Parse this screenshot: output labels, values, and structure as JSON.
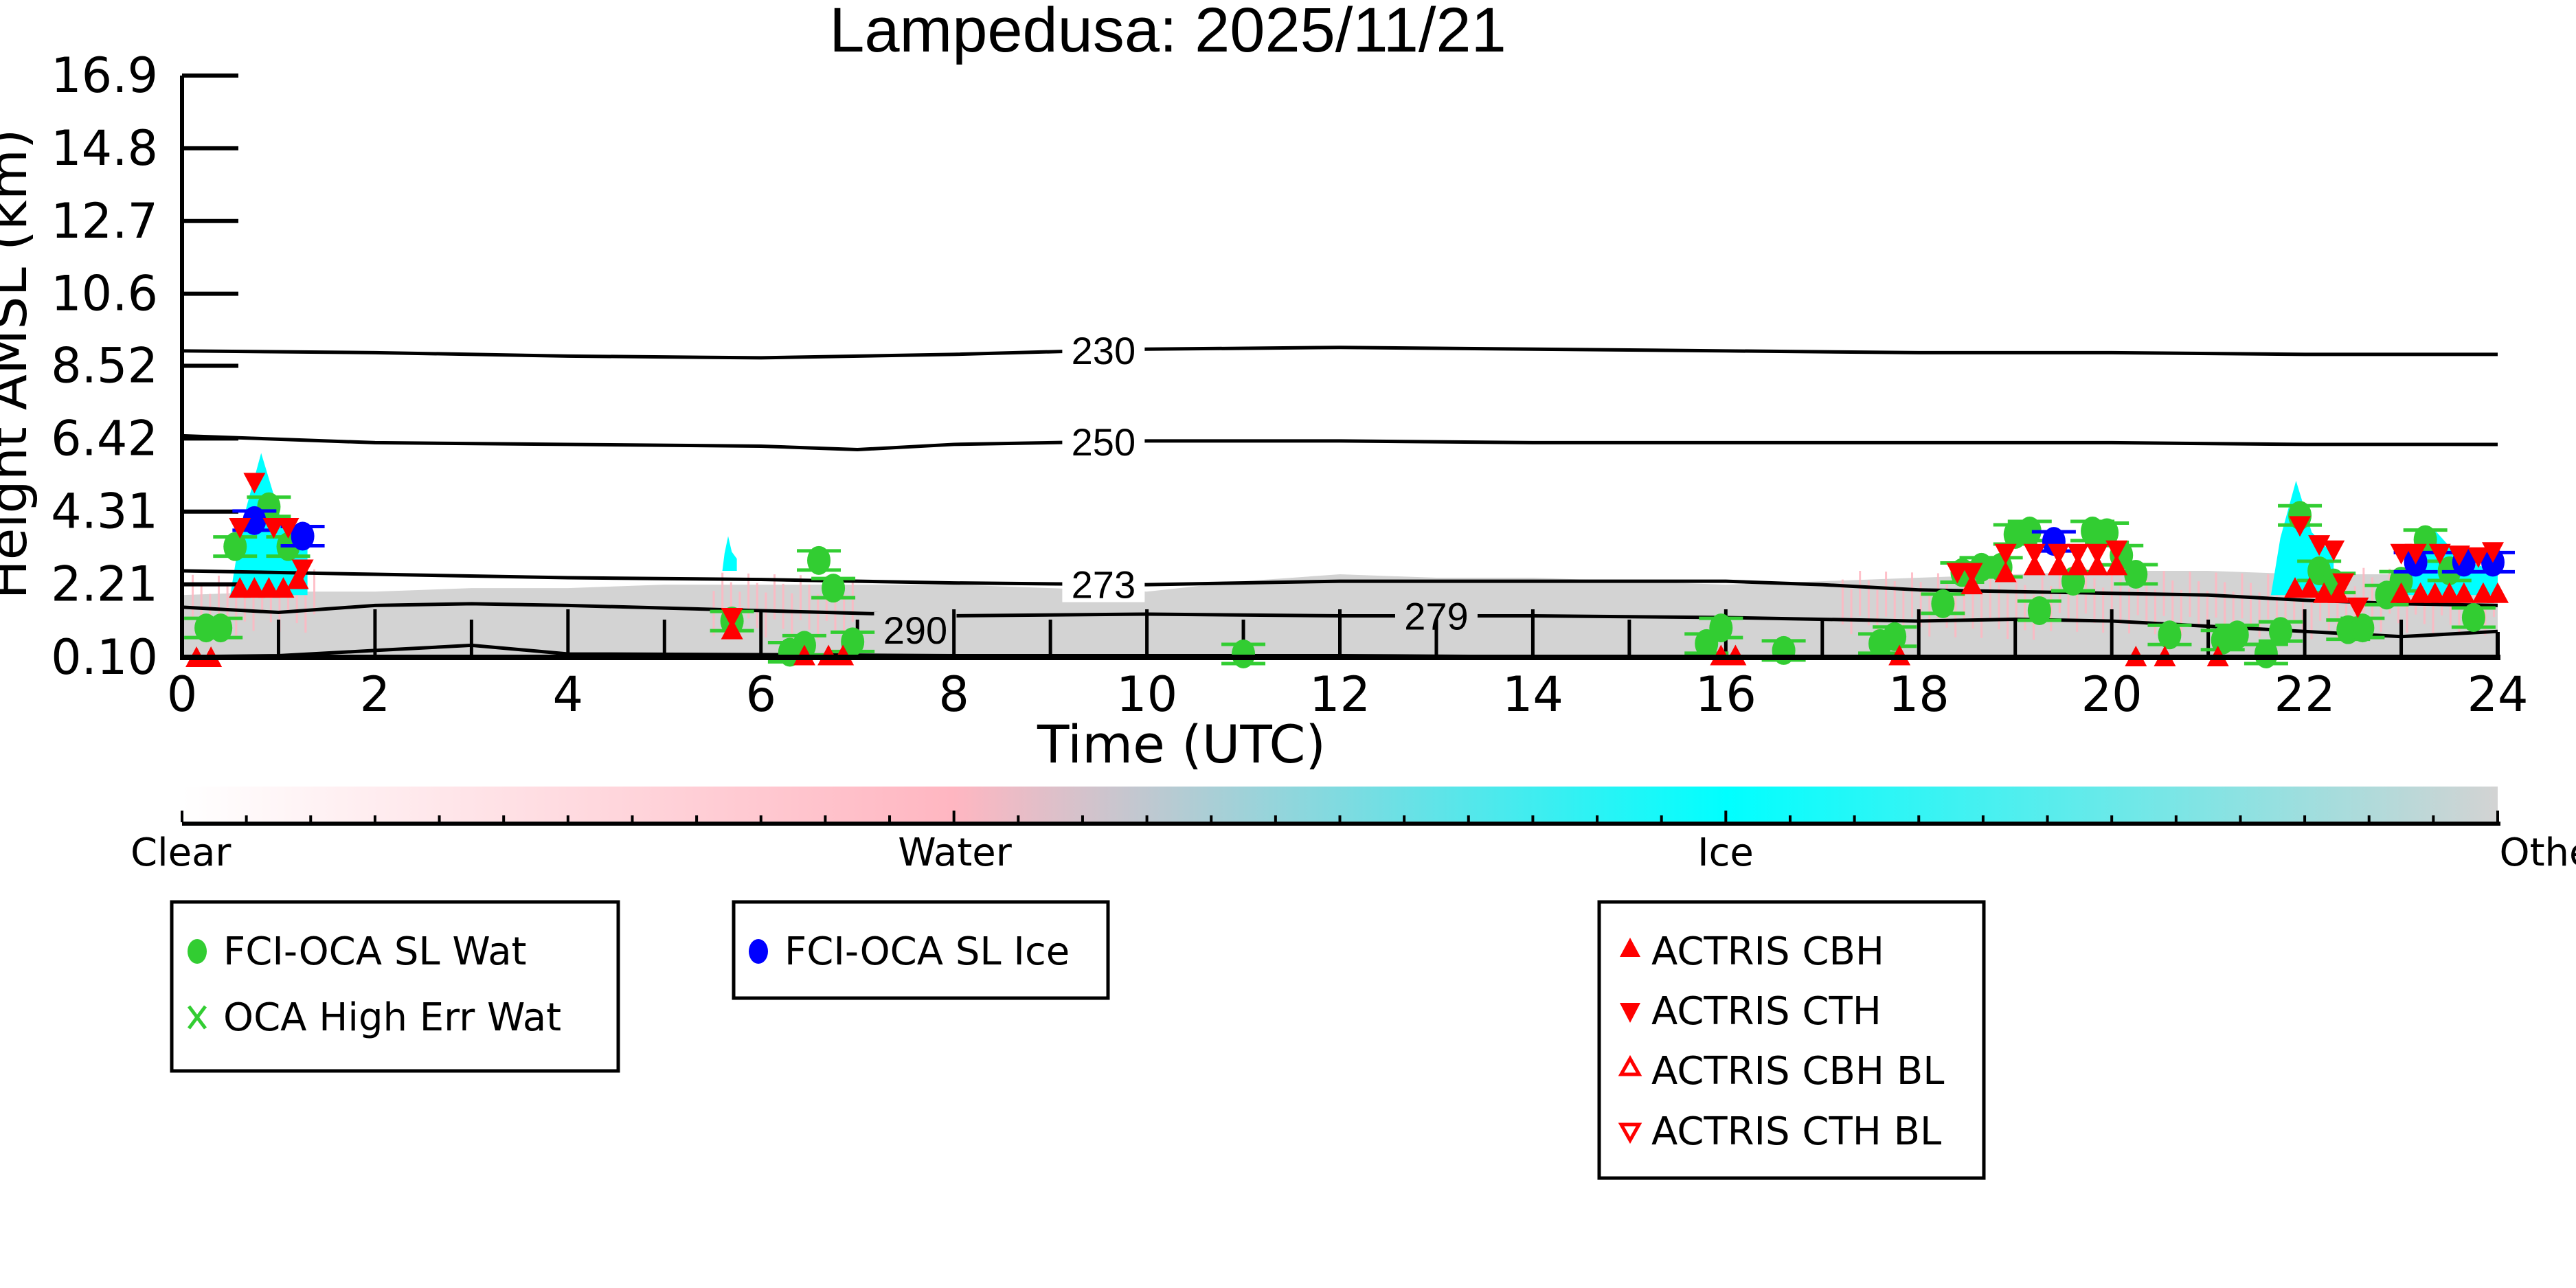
{
  "chart_data": {
    "type": "scatter",
    "title": "Lampedusa: 2025/11/21",
    "xlabel": "Time (UTC)",
    "ylabel": "Height AMSL (km)",
    "xlim": [
      0,
      24
    ],
    "ylim": [
      0.1,
      16.9
    ],
    "x_ticks": [
      "0",
      "2",
      "4",
      "6",
      "8",
      "10",
      "12",
      "14",
      "16",
      "18",
      "20",
      "22",
      "24"
    ],
    "y_ticks": [
      "0.10",
      "2.21",
      "4.31",
      "6.42",
      "8.52",
      "10.6",
      "12.7",
      "14.8",
      "16.9"
    ],
    "y_tick_values": [
      0.1,
      2.21,
      4.31,
      6.42,
      8.52,
      10.6,
      12.7,
      14.8,
      16.9
    ],
    "grid": false,
    "contours": [
      {
        "label": "230",
        "x": [
          0,
          2,
          4,
          6,
          8,
          10,
          12,
          14,
          16,
          18,
          20,
          22,
          24
        ],
        "y": [
          8.95,
          8.9,
          8.8,
          8.75,
          8.85,
          9.0,
          9.05,
          9.0,
          8.95,
          8.9,
          8.9,
          8.85,
          8.85
        ]
      },
      {
        "label": "250",
        "x": [
          0,
          2,
          4,
          6,
          7,
          8,
          10,
          12,
          14,
          16,
          18,
          20,
          22,
          24
        ],
        "y": [
          6.5,
          6.3,
          6.25,
          6.2,
          6.1,
          6.25,
          6.35,
          6.35,
          6.3,
          6.3,
          6.3,
          6.3,
          6.25,
          6.25
        ]
      },
      {
        "label": "273",
        "x": [
          0,
          2,
          4,
          6,
          8,
          10,
          12,
          14,
          16,
          17,
          18,
          19,
          20,
          21,
          22,
          23,
          24
        ],
        "y": [
          2.6,
          2.5,
          2.4,
          2.35,
          2.25,
          2.2,
          2.3,
          2.3,
          2.3,
          2.2,
          2.05,
          2.0,
          1.95,
          1.9,
          1.75,
          1.65,
          1.6
        ]
      },
      {
        "label": "279",
        "x": [
          0,
          1,
          2,
          3,
          4,
          6,
          8,
          10,
          12,
          14,
          16,
          18,
          19,
          20,
          21,
          22,
          23,
          24
        ],
        "y": [
          1.55,
          1.4,
          1.6,
          1.65,
          1.6,
          1.45,
          1.3,
          1.35,
          1.3,
          1.3,
          1.25,
          1.15,
          1.2,
          1.15,
          1.0,
          0.85,
          0.7,
          0.85
        ]
      },
      {
        "label": "290",
        "x": [
          0,
          1,
          2,
          3,
          4,
          6,
          8,
          10,
          12,
          14,
          16,
          18,
          20,
          22,
          24
        ],
        "y": [
          0.12,
          0.15,
          0.3,
          0.45,
          0.2,
          0.18,
          0.15,
          0.15,
          0.15,
          0.12,
          0.12,
          0.12,
          0.12,
          0.12,
          0.12
        ]
      }
    ],
    "series": [
      {
        "name": "FCI-OCA SL Wat",
        "marker": "circle",
        "color": "#32cd32",
        "points": [
          [
            0.25,
            0.95
          ],
          [
            0.4,
            0.95
          ],
          [
            0.55,
            3.3
          ],
          [
            0.9,
            4.45
          ],
          [
            1.1,
            3.3
          ],
          [
            5.7,
            1.15
          ],
          [
            6.3,
            0.25
          ],
          [
            6.45,
            0.45
          ],
          [
            6.6,
            2.9
          ],
          [
            6.75,
            2.1
          ],
          [
            6.95,
            0.55
          ],
          [
            11.0,
            0.2
          ],
          [
            15.8,
            0.5
          ],
          [
            15.95,
            0.95
          ],
          [
            16.6,
            0.3
          ],
          [
            17.6,
            0.5
          ],
          [
            17.75,
            0.7
          ],
          [
            18.25,
            1.65
          ],
          [
            18.45,
            2.55
          ],
          [
            18.65,
            2.7
          ],
          [
            18.85,
            2.7
          ],
          [
            19.0,
            3.65
          ],
          [
            19.15,
            3.75
          ],
          [
            19.25,
            1.45
          ],
          [
            19.6,
            2.3
          ],
          [
            19.8,
            3.75
          ],
          [
            19.95,
            3.7
          ],
          [
            20.1,
            3.05
          ],
          [
            20.25,
            2.5
          ],
          [
            20.6,
            0.75
          ],
          [
            21.15,
            0.6
          ],
          [
            21.3,
            0.75
          ],
          [
            21.6,
            0.2
          ],
          [
            21.75,
            0.85
          ],
          [
            21.95,
            4.2
          ],
          [
            22.15,
            2.6
          ],
          [
            22.3,
            2.25
          ],
          [
            22.45,
            0.9
          ],
          [
            22.6,
            0.95
          ],
          [
            22.85,
            1.9
          ],
          [
            23.0,
            2.3
          ],
          [
            23.25,
            3.5
          ],
          [
            23.5,
            2.6
          ],
          [
            23.75,
            1.25
          ]
        ]
      },
      {
        "name": "OCA High Err Wat",
        "marker": "x",
        "color": "#32cd32",
        "points": []
      },
      {
        "name": "FCI-OCA SL Ice",
        "marker": "circle",
        "color": "#0000ff",
        "points": [
          [
            0.75,
            4.05
          ],
          [
            1.25,
            3.6
          ],
          [
            19.4,
            3.45
          ],
          [
            23.15,
            2.85
          ],
          [
            23.65,
            2.85
          ],
          [
            23.95,
            2.85
          ]
        ]
      },
      {
        "name": "ACTRIS CBH",
        "marker": "triangle-up",
        "color": "#ff0000",
        "points": [
          [
            0.15,
            0.1
          ],
          [
            0.3,
            0.1
          ],
          [
            0.6,
            2.1
          ],
          [
            0.75,
            2.1
          ],
          [
            0.9,
            2.1
          ],
          [
            1.05,
            2.1
          ],
          [
            1.2,
            2.35
          ],
          [
            5.7,
            0.9
          ],
          [
            6.45,
            0.15
          ],
          [
            6.7,
            0.15
          ],
          [
            6.85,
            0.15
          ],
          [
            15.95,
            0.15
          ],
          [
            16.1,
            0.15
          ],
          [
            17.8,
            0.15
          ],
          [
            18.55,
            2.2
          ],
          [
            18.9,
            2.55
          ],
          [
            19.2,
            2.75
          ],
          [
            19.45,
            2.75
          ],
          [
            19.65,
            2.75
          ],
          [
            19.85,
            2.75
          ],
          [
            20.05,
            2.75
          ],
          [
            20.25,
            0.12
          ],
          [
            20.55,
            0.12
          ],
          [
            21.1,
            0.12
          ],
          [
            21.9,
            2.1
          ],
          [
            22.05,
            2.1
          ],
          [
            22.2,
            1.95
          ],
          [
            22.35,
            1.95
          ],
          [
            23.0,
            1.95
          ],
          [
            23.2,
            1.95
          ],
          [
            23.35,
            1.95
          ],
          [
            23.5,
            1.95
          ],
          [
            23.65,
            1.95
          ],
          [
            23.85,
            1.95
          ],
          [
            24.0,
            1.95
          ]
        ]
      },
      {
        "name": "ACTRIS CTH",
        "marker": "triangle-down",
        "color": "#ff0000",
        "points": [
          [
            0.6,
            3.85
          ],
          [
            0.75,
            5.15
          ],
          [
            0.95,
            3.85
          ],
          [
            1.1,
            3.85
          ],
          [
            1.25,
            2.65
          ],
          [
            5.7,
            1.25
          ],
          [
            18.4,
            2.55
          ],
          [
            18.55,
            2.55
          ],
          [
            18.9,
            3.1
          ],
          [
            19.2,
            3.1
          ],
          [
            19.45,
            3.1
          ],
          [
            19.65,
            3.1
          ],
          [
            19.85,
            3.1
          ],
          [
            20.05,
            3.2
          ],
          [
            21.95,
            3.9
          ],
          [
            22.15,
            3.35
          ],
          [
            22.3,
            3.2
          ],
          [
            22.4,
            2.25
          ],
          [
            22.55,
            1.55
          ],
          [
            23.0,
            3.1
          ],
          [
            23.15,
            3.1
          ],
          [
            23.4,
            3.1
          ],
          [
            23.6,
            3.05
          ],
          [
            23.8,
            3.0
          ],
          [
            23.95,
            3.15
          ]
        ]
      },
      {
        "name": "ACTRIS CBH BL",
        "marker": "triangle-up-open",
        "color": "#ff0000",
        "points": []
      },
      {
        "name": "ACTRIS CTH BL",
        "marker": "triangle-down-open",
        "color": "#ff0000",
        "points": []
      }
    ],
    "background": {
      "description": "Cloud phase classification field shaded by colorbar (Clear, Water, Ice, Other)",
      "regions": [
        {
          "class": "Other",
          "x": [
            0,
            24
          ],
          "y_top_approx": [
            1.9,
            2.0,
            2.0,
            2.1,
            2.1,
            2.2,
            2.2,
            2.2,
            2.2,
            2.1,
            2.0,
            2.3,
            2.5,
            2.4,
            2.4,
            2.3,
            2.2,
            2.3,
            2.4,
            2.5,
            2.6,
            2.6,
            2.5,
            2.5,
            2.5
          ]
        },
        {
          "class": "Ice",
          "x_ranges": [
            [
              0.5,
              1.3
            ],
            [
              5.6,
              5.75
            ],
            [
              21.65,
              22.3
            ],
            [
              22.9,
              24.0
            ]
          ],
          "y_range": [
            1.5,
            6.0
          ]
        }
      ]
    },
    "colorbar": {
      "labels": [
        "Clear",
        "Water",
        "Ice",
        "Other"
      ],
      "colors": [
        "#ffffff",
        "#ffb6c1",
        "#00ffff",
        "#d3d3d3"
      ]
    },
    "legend": {
      "placement": "bottom",
      "groups": [
        {
          "items": [
            {
              "label": "FCI-OCA SL Wat",
              "marker": "circle",
              "color": "#32cd32"
            },
            {
              "label": "OCA High Err Wat",
              "marker": "x",
              "color": "#32cd32"
            }
          ]
        },
        {
          "items": [
            {
              "label": "FCI-OCA SL Ice",
              "marker": "circle",
              "color": "#0000ff"
            }
          ]
        },
        {
          "items": [
            {
              "label": "ACTRIS CBH",
              "marker": "triangle-up",
              "color": "#ff0000"
            },
            {
              "label": "ACTRIS CTH",
              "marker": "triangle-down",
              "color": "#ff0000"
            },
            {
              "label": "ACTRIS CBH BL",
              "marker": "triangle-up-open",
              "color": "#ff0000"
            },
            {
              "label": "ACTRIS CTH BL",
              "marker": "triangle-down-open",
              "color": "#ff0000"
            }
          ]
        }
      ]
    }
  }
}
